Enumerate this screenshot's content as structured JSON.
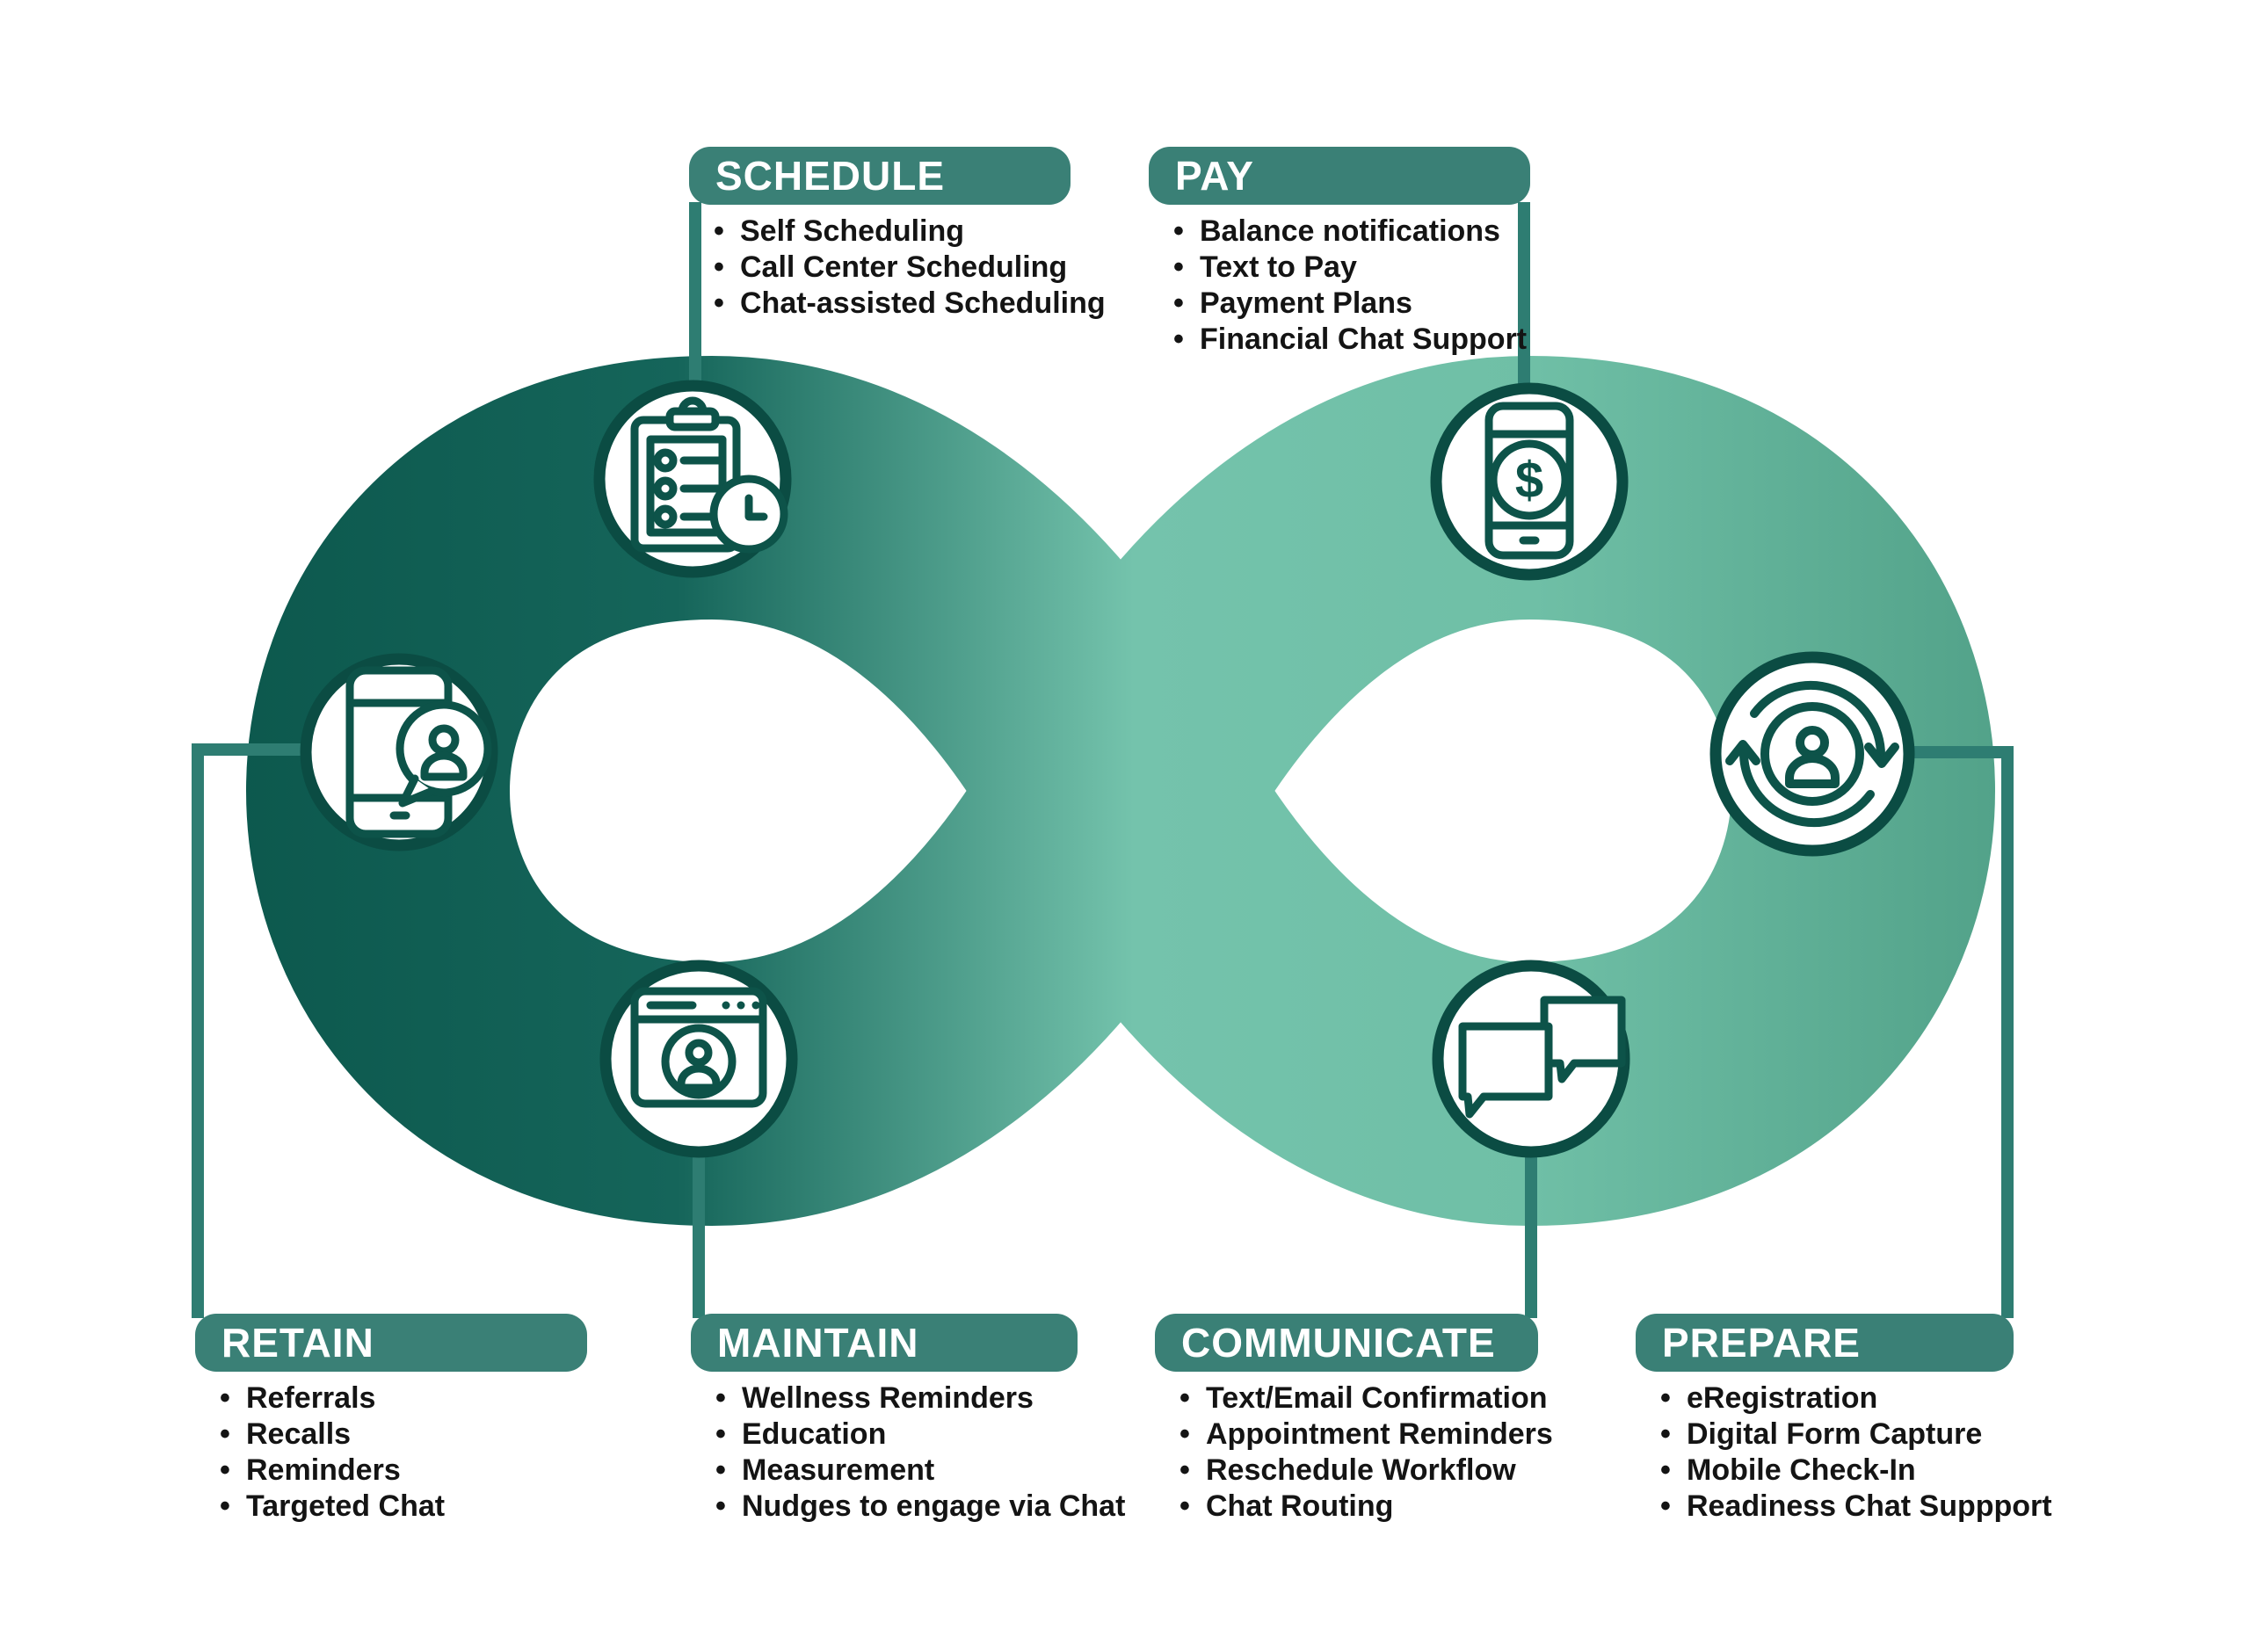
{
  "diagram": {
    "type": "infinity-loop-infographic",
    "background": "#ffffff",
    "colors": {
      "header_bg": "#3a8076",
      "connector_line": "#2e7d72",
      "icon_stroke": "#0d5349",
      "icon_circle_border": "#0b4c43",
      "bullet_text": "#141414",
      "ribbon_gradient": [
        "#0c584d",
        "#15655a",
        "#74c3ac",
        "#6fbfa6",
        "#4f9f86"
      ]
    },
    "sections": [
      {
        "id": "schedule",
        "label": "SCHEDULE",
        "icon": "clipboard-checklist-clock-icon",
        "items": [
          "Self Scheduling",
          "Call Center Scheduling",
          "Chat-assisted Scheduling"
        ]
      },
      {
        "id": "pay",
        "label": "PAY",
        "icon": "phone-dollar-icon",
        "items": [
          "Balance notifications",
          "Text to Pay",
          "Payment Plans",
          "Financial Chat Support"
        ]
      },
      {
        "id": "retain",
        "label": "RETAIN",
        "icon": "phone-chat-person-icon",
        "items": [
          "Referrals",
          "Recalls",
          "Reminders",
          "Targeted Chat"
        ]
      },
      {
        "id": "maintain",
        "label": "MAINTAIN",
        "icon": "browser-profile-icon",
        "items": [
          "Wellness Reminders",
          "Education",
          "Measurement",
          "Nudges to engage via Chat"
        ]
      },
      {
        "id": "communicate",
        "label": "COMMUNICATE",
        "icon": "chat-bubbles-icon",
        "items": [
          "Text/Email Confirmation",
          "Appointment Reminders",
          "Reschedule Workflow",
          "Chat Routing"
        ]
      },
      {
        "id": "prepare",
        "label": "PREPARE",
        "icon": "person-cycle-arrows-icon",
        "items": [
          "eRegistration",
          "Digital Form Capture",
          "Mobile Check-In",
          "Readiness Chat Suppport"
        ]
      }
    ],
    "pay_currency_symbol": "$"
  }
}
